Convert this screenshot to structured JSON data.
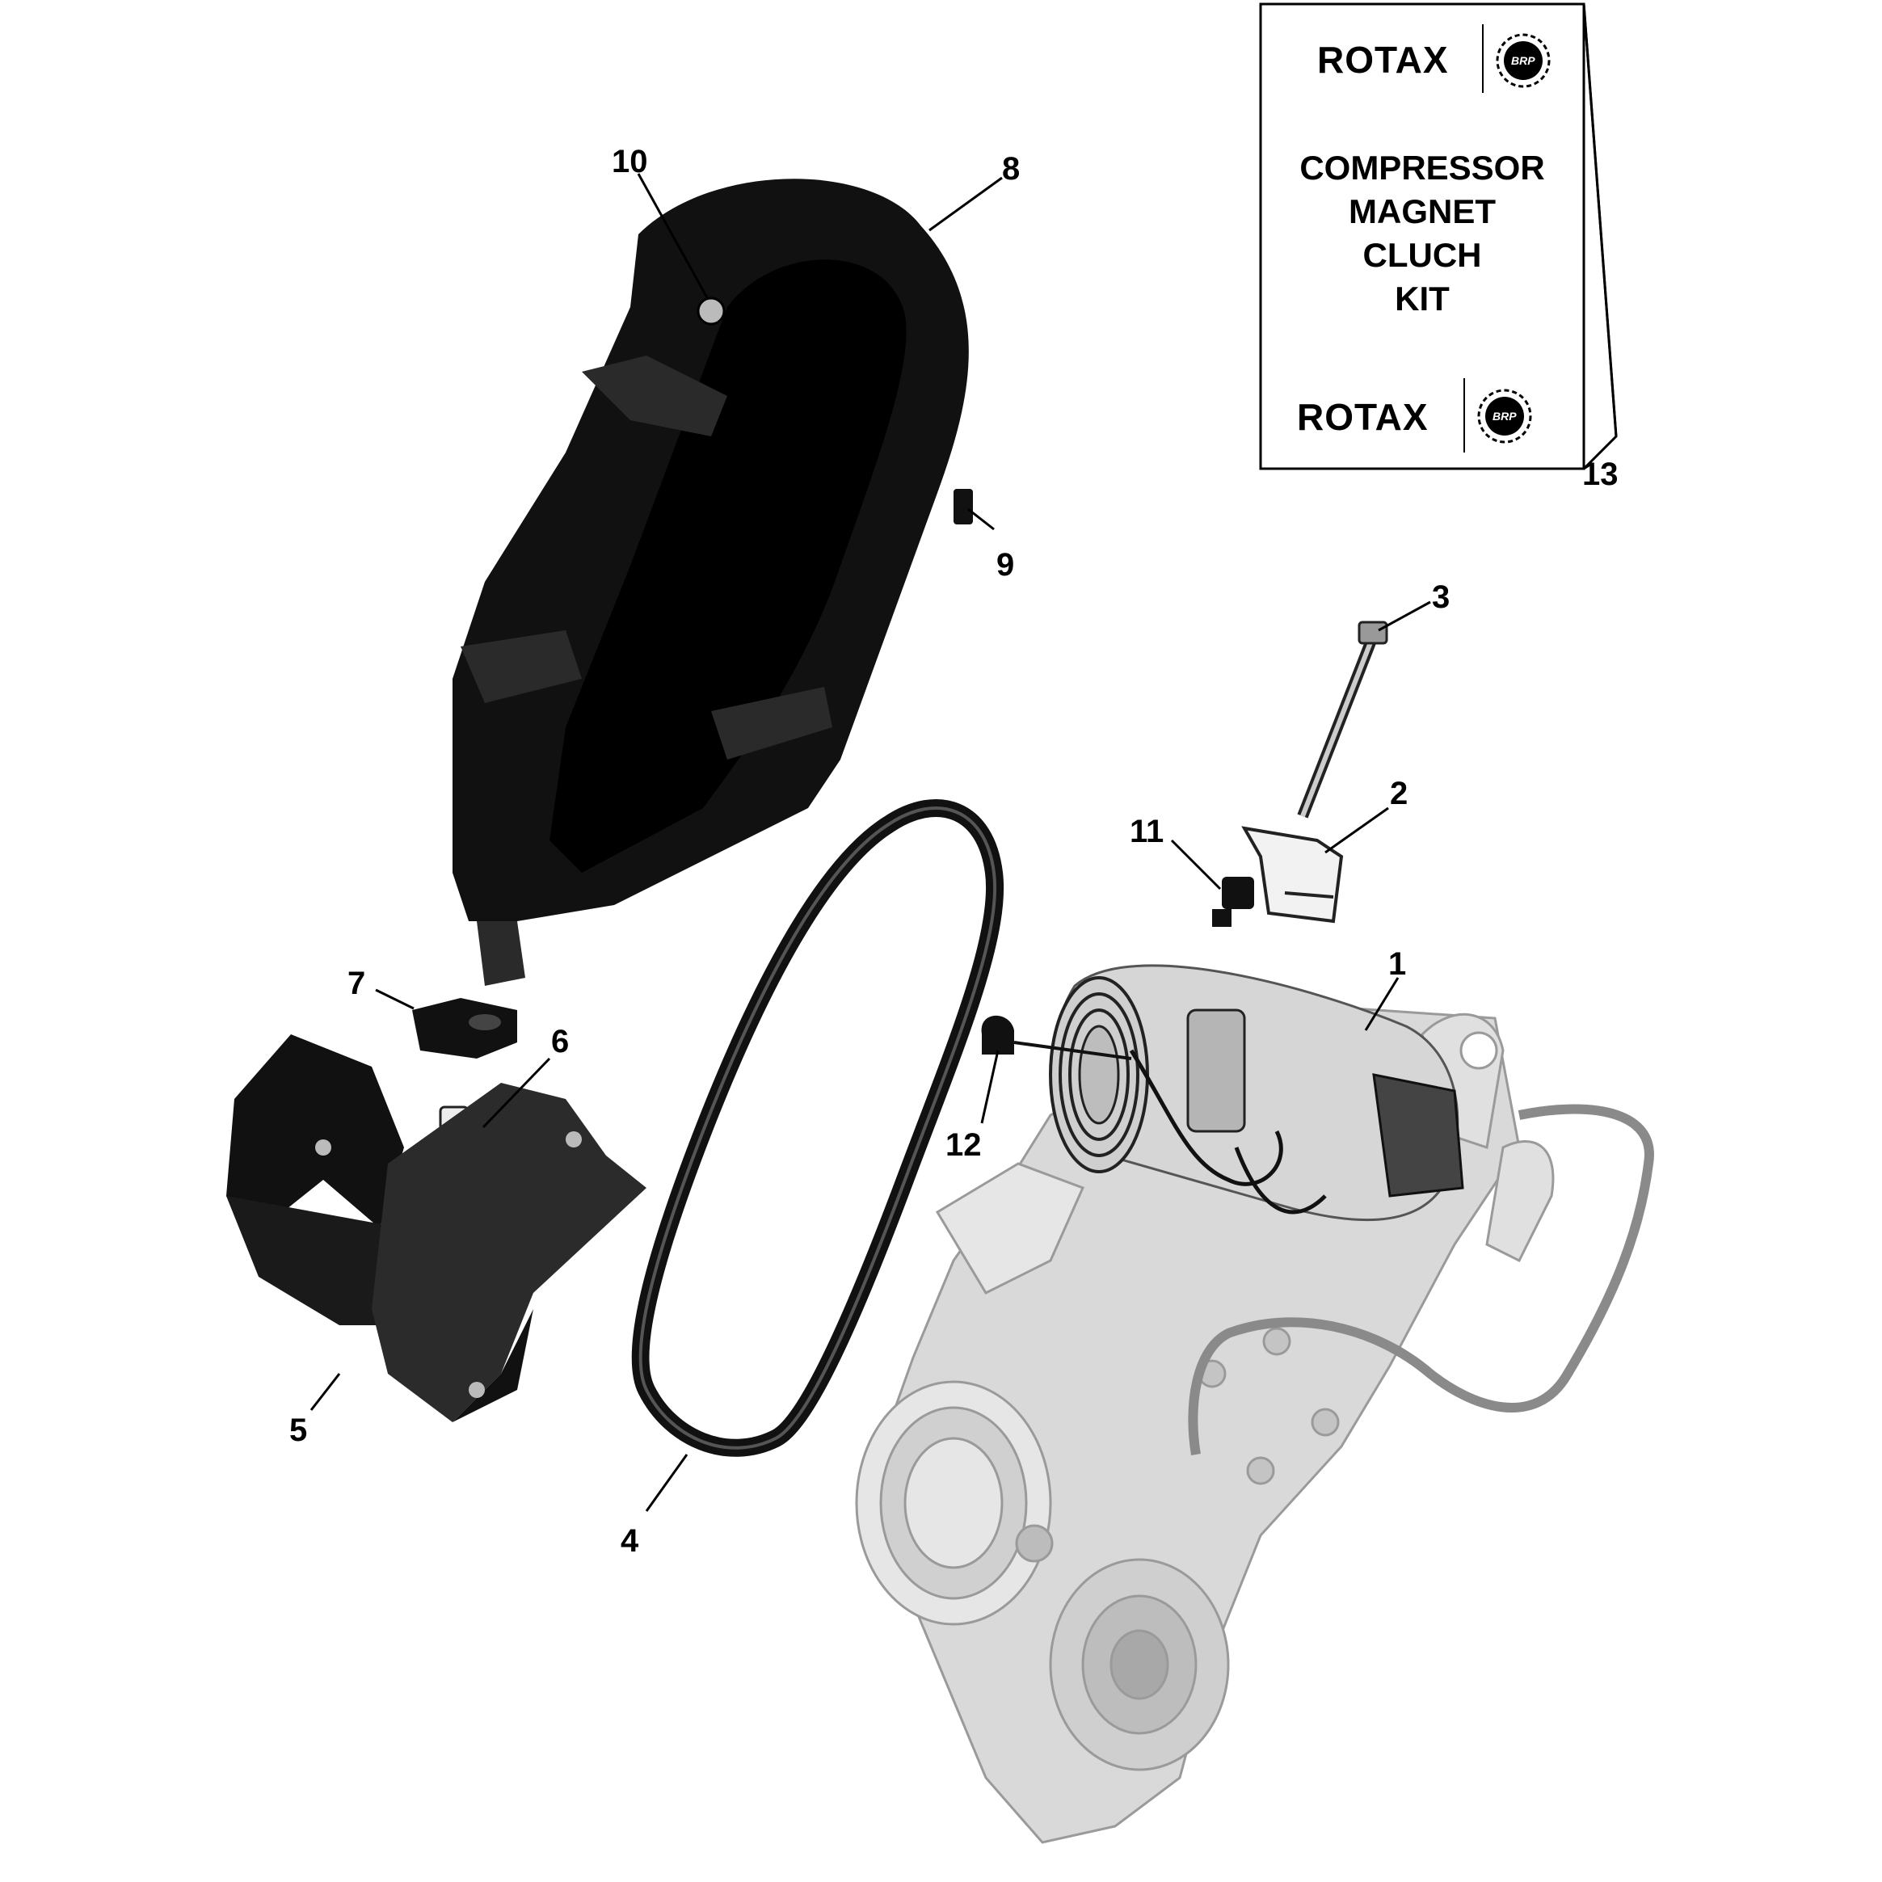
{
  "kit_box": {
    "brand_top": "ROTAX",
    "brand_bottom": "ROTAX",
    "badge_top": "BRP",
    "badge_bottom": "BRP",
    "title_lines": [
      "COMPRESSOR",
      "MAGNET",
      "CLUCH",
      "KIT"
    ]
  },
  "callouts": {
    "c1": "1",
    "c2": "2",
    "c3": "3",
    "c4": "4",
    "c5": "5",
    "c6": "6",
    "c7": "7",
    "c8": "8",
    "c9": "9",
    "c10": "10",
    "c11": "11",
    "c12": "12",
    "c13": "13"
  },
  "colors": {
    "part_black": "#111111",
    "part_dark": "#2a2a2a",
    "engine_gray": "#d9d9d9",
    "engine_line": "#9a9a9a"
  }
}
